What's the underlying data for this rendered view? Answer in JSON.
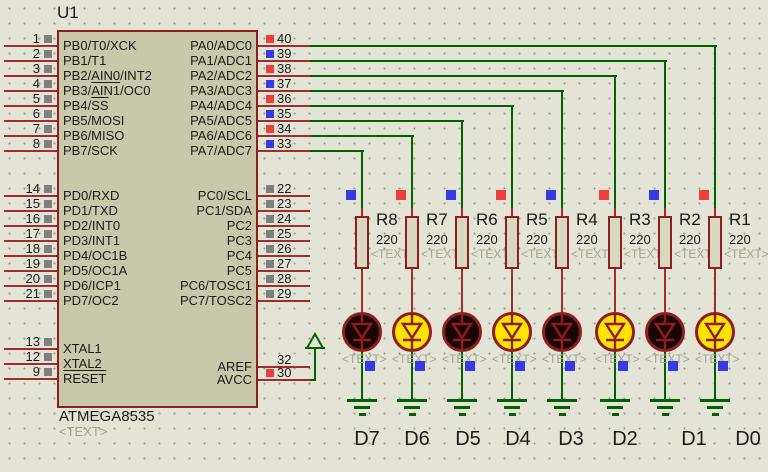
{
  "schematic": {
    "chip": {
      "ref": "U1",
      "part": "ATMEGA8535",
      "text_placeholder": "<TEXT>",
      "pin_groups": {
        "portB": {
          "side": "left",
          "pins": [
            {
              "num": "1",
              "label": "PB0/T0/XCK",
              "state": "floating"
            },
            {
              "num": "2",
              "label": "PB1/T1",
              "state": "floating"
            },
            {
              "num": "3",
              "label": "PB2/AIN0/INT2",
              "state": "floating"
            },
            {
              "num": "4",
              "label": "PB3/{AIN1}/OC0",
              "state": "floating"
            },
            {
              "num": "5",
              "label": "PB4/{SS}",
              "state": "floating"
            },
            {
              "num": "6",
              "label": "PB5/MOSI",
              "state": "floating"
            },
            {
              "num": "7",
              "label": "PB6/MISO",
              "state": "floating"
            },
            {
              "num": "8",
              "label": "PB7/SCK",
              "state": "floating"
            }
          ]
        },
        "portD": {
          "side": "left",
          "pins": [
            {
              "num": "14",
              "label": "PD0/RXD",
              "state": "floating"
            },
            {
              "num": "15",
              "label": "PD1/TXD",
              "state": "floating"
            },
            {
              "num": "16",
              "label": "PD2/INT0",
              "state": "floating"
            },
            {
              "num": "17",
              "label": "PD3/INT1",
              "state": "floating"
            },
            {
              "num": "18",
              "label": "PD4/OC1B",
              "state": "floating"
            },
            {
              "num": "19",
              "label": "PD5/OC1A",
              "state": "floating"
            },
            {
              "num": "20",
              "label": "PD6/ICP1",
              "state": "floating"
            },
            {
              "num": "21",
              "label": "PD7/OC2",
              "state": "floating"
            }
          ]
        },
        "xtal": {
          "side": "left",
          "pins": [
            {
              "num": "13",
              "label": "XTAL1",
              "state": "floating"
            },
            {
              "num": "12",
              "label": "XTAL2",
              "state": "floating"
            },
            {
              "num": "9",
              "label": "{RESET}",
              "state": "floating"
            }
          ]
        },
        "portA": {
          "side": "right",
          "pins": [
            {
              "num": "40",
              "label": "PA0/ADC0",
              "state": "high"
            },
            {
              "num": "39",
              "label": "PA1/ADC1",
              "state": "low"
            },
            {
              "num": "38",
              "label": "PA2/ADC2",
              "state": "high"
            },
            {
              "num": "37",
              "label": "PA3/ADC3",
              "state": "low"
            },
            {
              "num": "36",
              "label": "PA4/ADC4",
              "state": "high"
            },
            {
              "num": "35",
              "label": "PA5/ADC5",
              "state": "low"
            },
            {
              "num": "34",
              "label": "PA6/ADC6",
              "state": "high"
            },
            {
              "num": "33",
              "label": "PA7/ADC7",
              "state": "low"
            }
          ]
        },
        "portC": {
          "side": "right",
          "pins": [
            {
              "num": "22",
              "label": "PC0/SCL",
              "state": "floating"
            },
            {
              "num": "23",
              "label": "PC1/SDA",
              "state": "floating"
            },
            {
              "num": "24",
              "label": "PC2",
              "state": "floating"
            },
            {
              "num": "25",
              "label": "PC3",
              "state": "floating"
            },
            {
              "num": "26",
              "label": "PC4",
              "state": "floating"
            },
            {
              "num": "27",
              "label": "PC5",
              "state": "floating"
            },
            {
              "num": "28",
              "label": "PC6/TOSC1",
              "state": "floating"
            },
            {
              "num": "29",
              "label": "PC7/TOSC2",
              "state": "floating"
            }
          ]
        },
        "aux": {
          "side": "right",
          "pins": [
            {
              "num": "32",
              "label": "AREF",
              "state": "none"
            },
            {
              "num": "30",
              "label": "AVCC",
              "state": "high"
            }
          ]
        }
      }
    },
    "columns": [
      {
        "resistor": {
          "ref": "R8",
          "value": "220",
          "text": "<TEXT>"
        },
        "led": {
          "ref": "D7",
          "text": "<TEXT>",
          "lit": false
        },
        "net_state": "low",
        "led_bottom_state": "low"
      },
      {
        "resistor": {
          "ref": "R7",
          "value": "220",
          "text": "<TEXT>"
        },
        "led": {
          "ref": "D6",
          "text": "<TEXT>",
          "lit": true
        },
        "net_state": "high",
        "led_bottom_state": "low"
      },
      {
        "resistor": {
          "ref": "R6",
          "value": "220",
          "text": "<TEXT>"
        },
        "led": {
          "ref": "D5",
          "text": "<TEXT>",
          "lit": false
        },
        "net_state": "low",
        "led_bottom_state": "low"
      },
      {
        "resistor": {
          "ref": "R5",
          "value": "220",
          "text": "<TEXT>"
        },
        "led": {
          "ref": "D4",
          "text": "<TEXT>",
          "lit": true
        },
        "net_state": "high",
        "led_bottom_state": "low"
      },
      {
        "resistor": {
          "ref": "R4",
          "value": "220",
          "text": "<TEXT>"
        },
        "led": {
          "ref": "D3",
          "text": "<TEXT>",
          "lit": false
        },
        "net_state": "low",
        "led_bottom_state": "low"
      },
      {
        "resistor": {
          "ref": "R3",
          "value": "220",
          "text": "<TEXT>"
        },
        "led": {
          "ref": "D2",
          "text": "<TEXT>",
          "lit": true
        },
        "net_state": "high",
        "led_bottom_state": "low"
      },
      {
        "resistor": {
          "ref": "R2",
          "value": "220",
          "text": "<TEXT>"
        },
        "led": {
          "ref": "D1",
          "text": "<TEXT>",
          "lit": false
        },
        "net_state": "low",
        "led_bottom_state": "low"
      },
      {
        "resistor": {
          "ref": "R1",
          "value": "220",
          "text": "<TEXT>"
        },
        "led": {
          "ref": "D0",
          "text": "<TEXT>",
          "lit": true
        },
        "net_state": "high",
        "led_bottom_state": "low"
      }
    ],
    "power_terminal": {
      "type": "vcc-arrow"
    },
    "colors": {
      "background": "#e4e4d6",
      "grid_dot": "#9a9a88",
      "chip_fill": "#c8c8aa",
      "component_outline": "#8e1d1d",
      "pin_stub": "#a12c2c",
      "wire": "#036003",
      "resistor_fill": "#d8d8c0",
      "led_on_fill": "#ffe400",
      "led_off_fill": "#1a0505",
      "state_high": "#ee3e3e",
      "state_low": "#3838e4",
      "state_floating": "#7f7f7f",
      "text": "#1b1b1b",
      "muted_text": "#a3a394"
    }
  }
}
